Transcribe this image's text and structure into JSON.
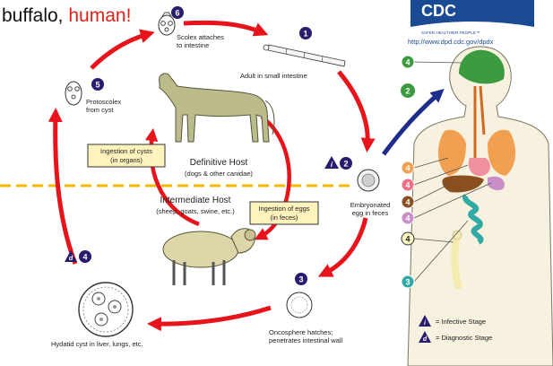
{
  "header": {
    "text_plain": "buffalo,",
    "text_highlight": "human!",
    "highlight_color": "#e32119"
  },
  "logo": {
    "tagline": "SAFER·HEALTHIER·PEOPLE™",
    "url": "http://www.dpd.cdc.gov/dpdx"
  },
  "stages": {
    "s1": {
      "number": "1",
      "label": "Adult in small intestine"
    },
    "s2": {
      "number": "2",
      "label_line1": "Embryonated",
      "label_line2": "egg in feces"
    },
    "s3": {
      "number": "3",
      "label_line1": "Oncosphere hatches;",
      "label_line2": "penetrates intestinal wall"
    },
    "s4": {
      "number": "4",
      "label": "Hydatid cyst in liver, lungs, etc."
    },
    "s5": {
      "number": "5",
      "label_line1": "Protoscolex",
      "label_line2": "from cyst"
    },
    "s6": {
      "number": "6",
      "label_line1": "Scolex attaches",
      "label_line2": "to intestine"
    }
  },
  "hosts": {
    "definitive_title": "Definitive Host",
    "definitive_sub": "(dogs & other canidae)",
    "intermediate_title": "Intermediate Host",
    "intermediate_sub": "(sheep, goats, swine, etc.)"
  },
  "boxes": {
    "cysts_line1": "Ingestion of cysts",
    "cysts_line2": "(in organs)",
    "eggs_line1": "Ingestion of eggs",
    "eggs_line2": "(in feces)"
  },
  "stage_markers": {
    "infective_letter": "i",
    "diagnostic_letter": "d"
  },
  "legend": {
    "infective": "= Infective Stage",
    "diagnostic": "= Diagnostic Stage"
  },
  "body_markers": [
    "4",
    "2",
    "4",
    "4",
    "4",
    "4",
    "4",
    "3"
  ],
  "colors": {
    "cycle_arrow": "#e8141b",
    "stage_number": "#2b1b6e",
    "dashed_line": "#f5b800",
    "blue_arrow": "#1d2d8c",
    "box_fill": "#fff3bd",
    "brain": "#3c9a3f",
    "lung": "#f0a050",
    "liver": "#8a4f1e",
    "intestine": "#31a9a5",
    "heart": "#ef8fa0"
  }
}
